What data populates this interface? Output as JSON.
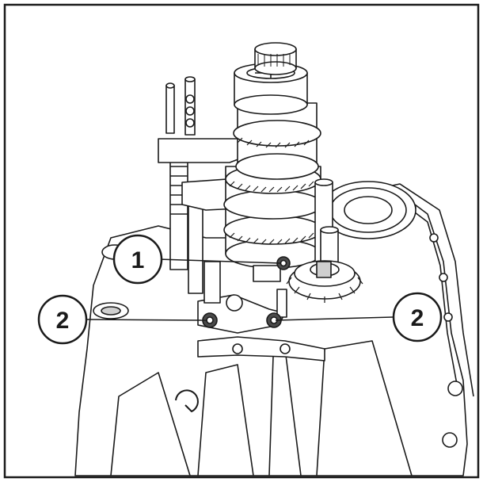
{
  "figure": {
    "callouts": [
      {
        "id": "callout-1",
        "label": "1"
      },
      {
        "id": "callout-2-left",
        "label": "2"
      },
      {
        "id": "callout-2-right",
        "label": "2"
      }
    ],
    "colors": {
      "line": "#1a1a1a",
      "fill": "#ffffff",
      "shade": "#cfcfcf",
      "dark": "#4a4a4a"
    },
    "subject_icon": "gearbox-assembly-illustration"
  }
}
